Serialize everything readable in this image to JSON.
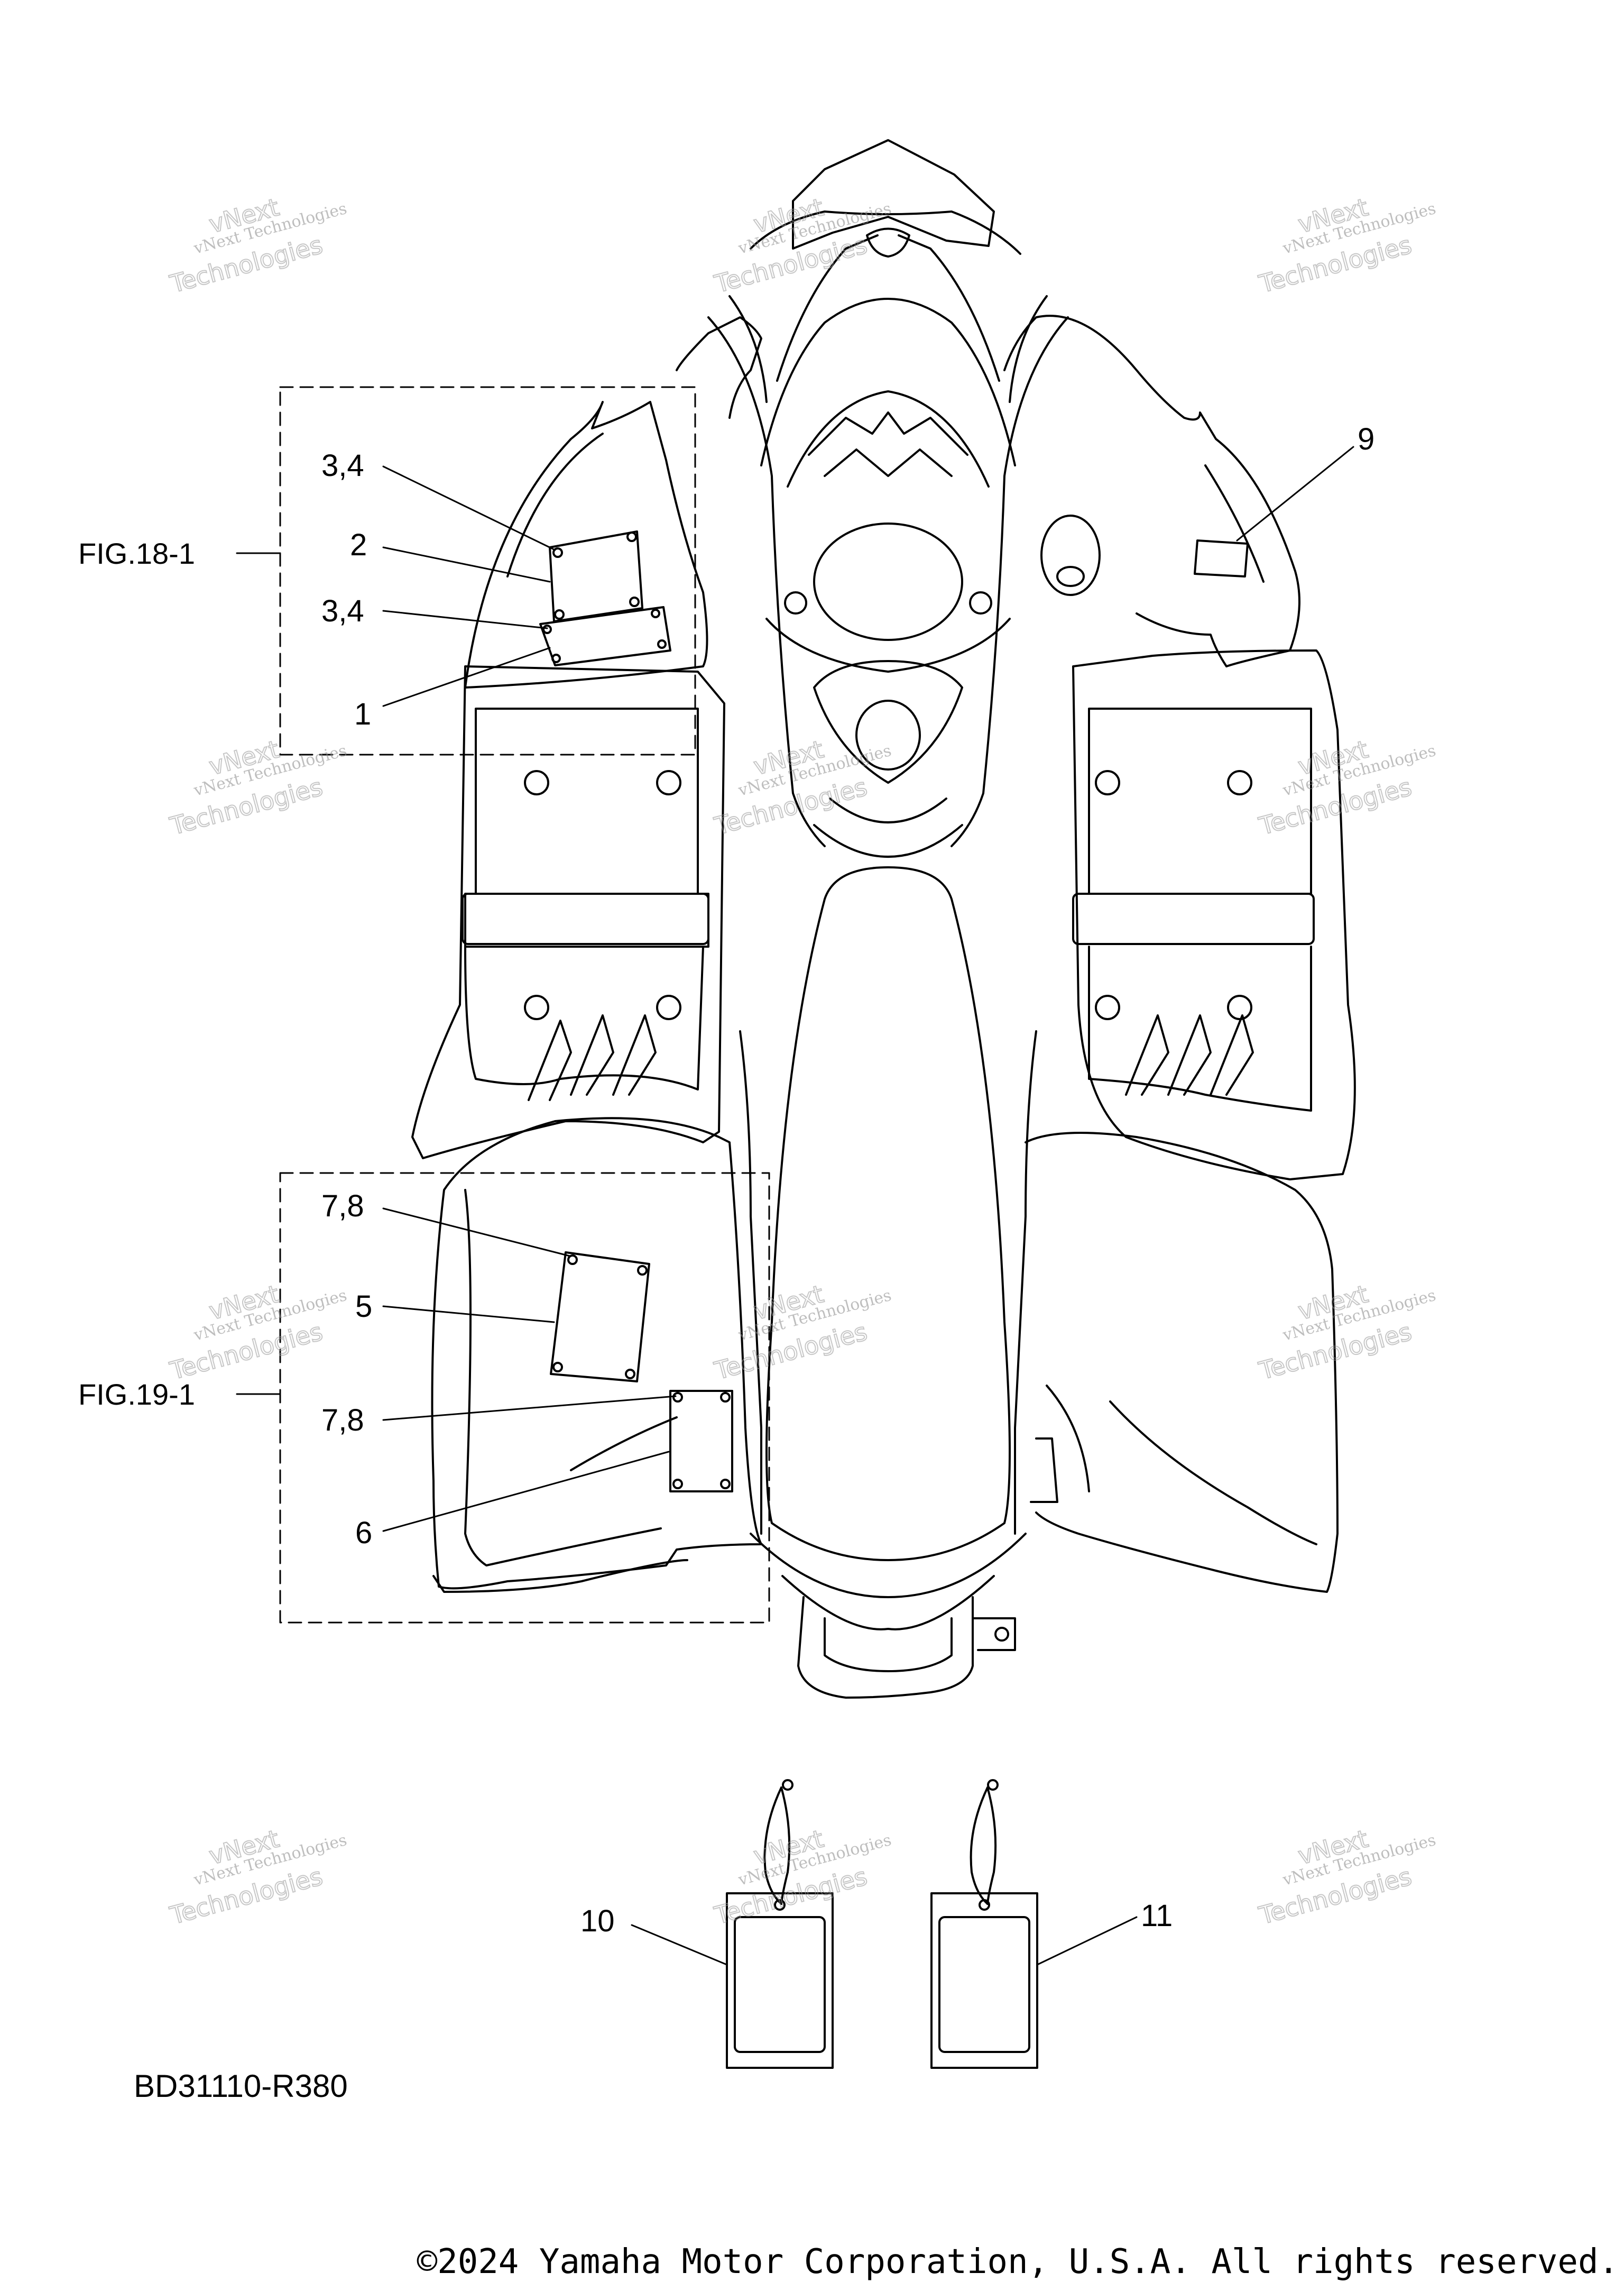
{
  "callouts": {
    "c1": "1",
    "c2": "2",
    "c34a": "3,4",
    "c34b": "3,4",
    "c5": "5",
    "c6": "6",
    "c78a": "7,8",
    "c78b": "7,8",
    "c9": "9",
    "c10": "10",
    "c11": "11"
  },
  "figure_refs": {
    "fig18": "FIG.18-1",
    "fig19": "FIG.19-1"
  },
  "diagram_code": "BD31110-R380",
  "copyright": "©2024 Yamaha Motor Corporation, U.S.A. All rights reserved.",
  "watermark": {
    "line1": "vNext Technologies",
    "line2": "vNext",
    "line3": "Technologies"
  }
}
